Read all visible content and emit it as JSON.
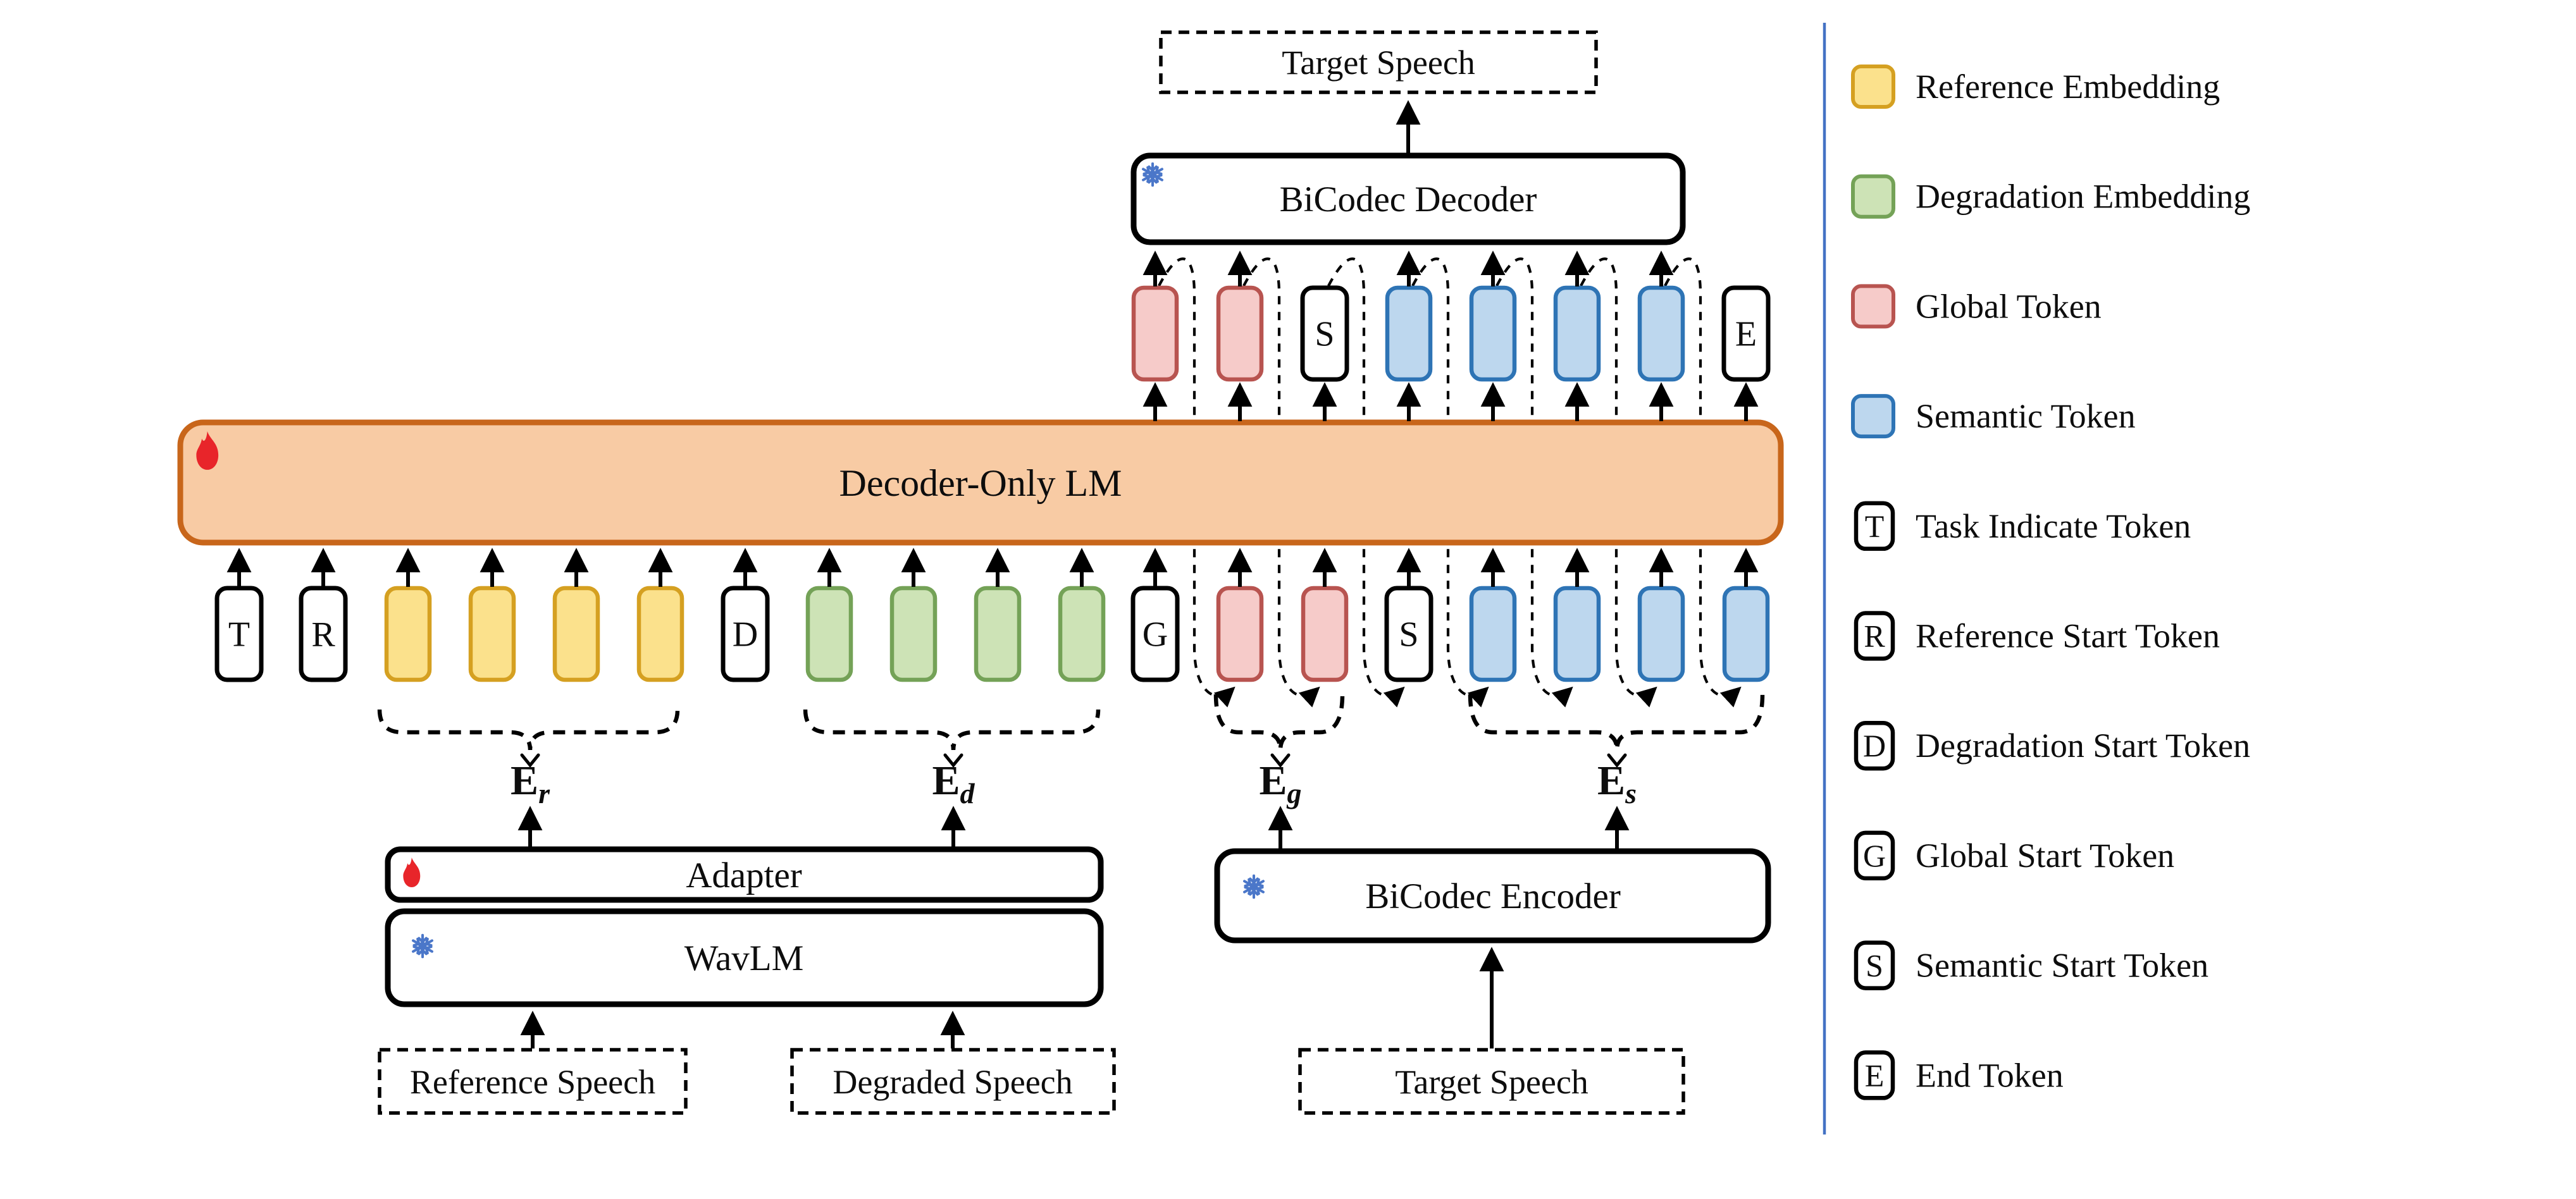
{
  "boxes": {
    "target_speech_out": "Target Speech",
    "bicodec_decoder": "BiCodec Decoder",
    "decoder_only_lm": "Decoder-Only LM",
    "adapter": "Adapter",
    "wavlm": "WavLM",
    "bicodec_encoder": "BiCodec Encoder",
    "reference_speech": "Reference Speech",
    "degraded_speech": "Degraded Speech",
    "target_speech_in": "Target Speech"
  },
  "embedding_labels": {
    "er": {
      "base": "E",
      "sub": "r"
    },
    "ed": {
      "base": "E",
      "sub": "d"
    },
    "eg": {
      "base": "E",
      "sub": "g"
    },
    "es": {
      "base": "E",
      "sub": "s"
    }
  },
  "input_tokens": [
    {
      "kind": "letter",
      "letter": "T",
      "name": "task-indicate-token"
    },
    {
      "kind": "letter",
      "letter": "R",
      "name": "reference-start-token"
    },
    {
      "kind": "reference"
    },
    {
      "kind": "reference"
    },
    {
      "kind": "reference"
    },
    {
      "kind": "reference"
    },
    {
      "kind": "letter",
      "letter": "D",
      "name": "degradation-start-token"
    },
    {
      "kind": "degradation"
    },
    {
      "kind": "degradation"
    },
    {
      "kind": "degradation"
    },
    {
      "kind": "degradation"
    },
    {
      "kind": "letter",
      "letter": "G",
      "name": "global-start-token"
    },
    {
      "kind": "global"
    },
    {
      "kind": "global"
    },
    {
      "kind": "letter",
      "letter": "S",
      "name": "semantic-start-token"
    },
    {
      "kind": "semantic"
    },
    {
      "kind": "semantic"
    },
    {
      "kind": "semantic"
    },
    {
      "kind": "semantic"
    }
  ],
  "output_tokens": [
    {
      "kind": "global"
    },
    {
      "kind": "global"
    },
    {
      "kind": "letter",
      "letter": "S",
      "name": "semantic-start-token"
    },
    {
      "kind": "semantic"
    },
    {
      "kind": "semantic"
    },
    {
      "kind": "semantic"
    },
    {
      "kind": "semantic"
    },
    {
      "kind": "letter",
      "letter": "E",
      "name": "end-token"
    }
  ],
  "legend": {
    "items": [
      {
        "swatch": "reference",
        "label": "Reference Embedding"
      },
      {
        "swatch": "degradation",
        "label": "Degradation Embedding"
      },
      {
        "swatch": "global",
        "label": "Global Token"
      },
      {
        "swatch": "semantic",
        "label": "Semantic Token"
      },
      {
        "swatch": "letter",
        "letter": "T",
        "label": "Task Indicate Token"
      },
      {
        "swatch": "letter",
        "letter": "R",
        "label": "Reference Start Token"
      },
      {
        "swatch": "letter",
        "letter": "D",
        "label": "Degradation Start Token"
      },
      {
        "swatch": "letter",
        "letter": "G",
        "label": "Global Start Token"
      },
      {
        "swatch": "letter",
        "letter": "S",
        "label": "Semantic Start Token"
      },
      {
        "swatch": "letter",
        "letter": "E",
        "label": "End Token"
      }
    ]
  },
  "colors": {
    "reference_fill": "#FBE18C",
    "reference_stroke": "#D5A021",
    "degradation_fill": "#CDE3B6",
    "degradation_stroke": "#74A257",
    "global_fill": "#F6CBC9",
    "global_stroke": "#B85450",
    "semantic_fill": "#BDD7EE",
    "semantic_stroke": "#2E74B5",
    "letter_fill": "#FFFFFF",
    "letter_stroke": "#000000",
    "lm_fill": "#F8CBA4",
    "lm_stroke": "#C8661B",
    "divider": "#4472C4",
    "snowflake": "#4B77C9",
    "flame": "#E8252A"
  }
}
